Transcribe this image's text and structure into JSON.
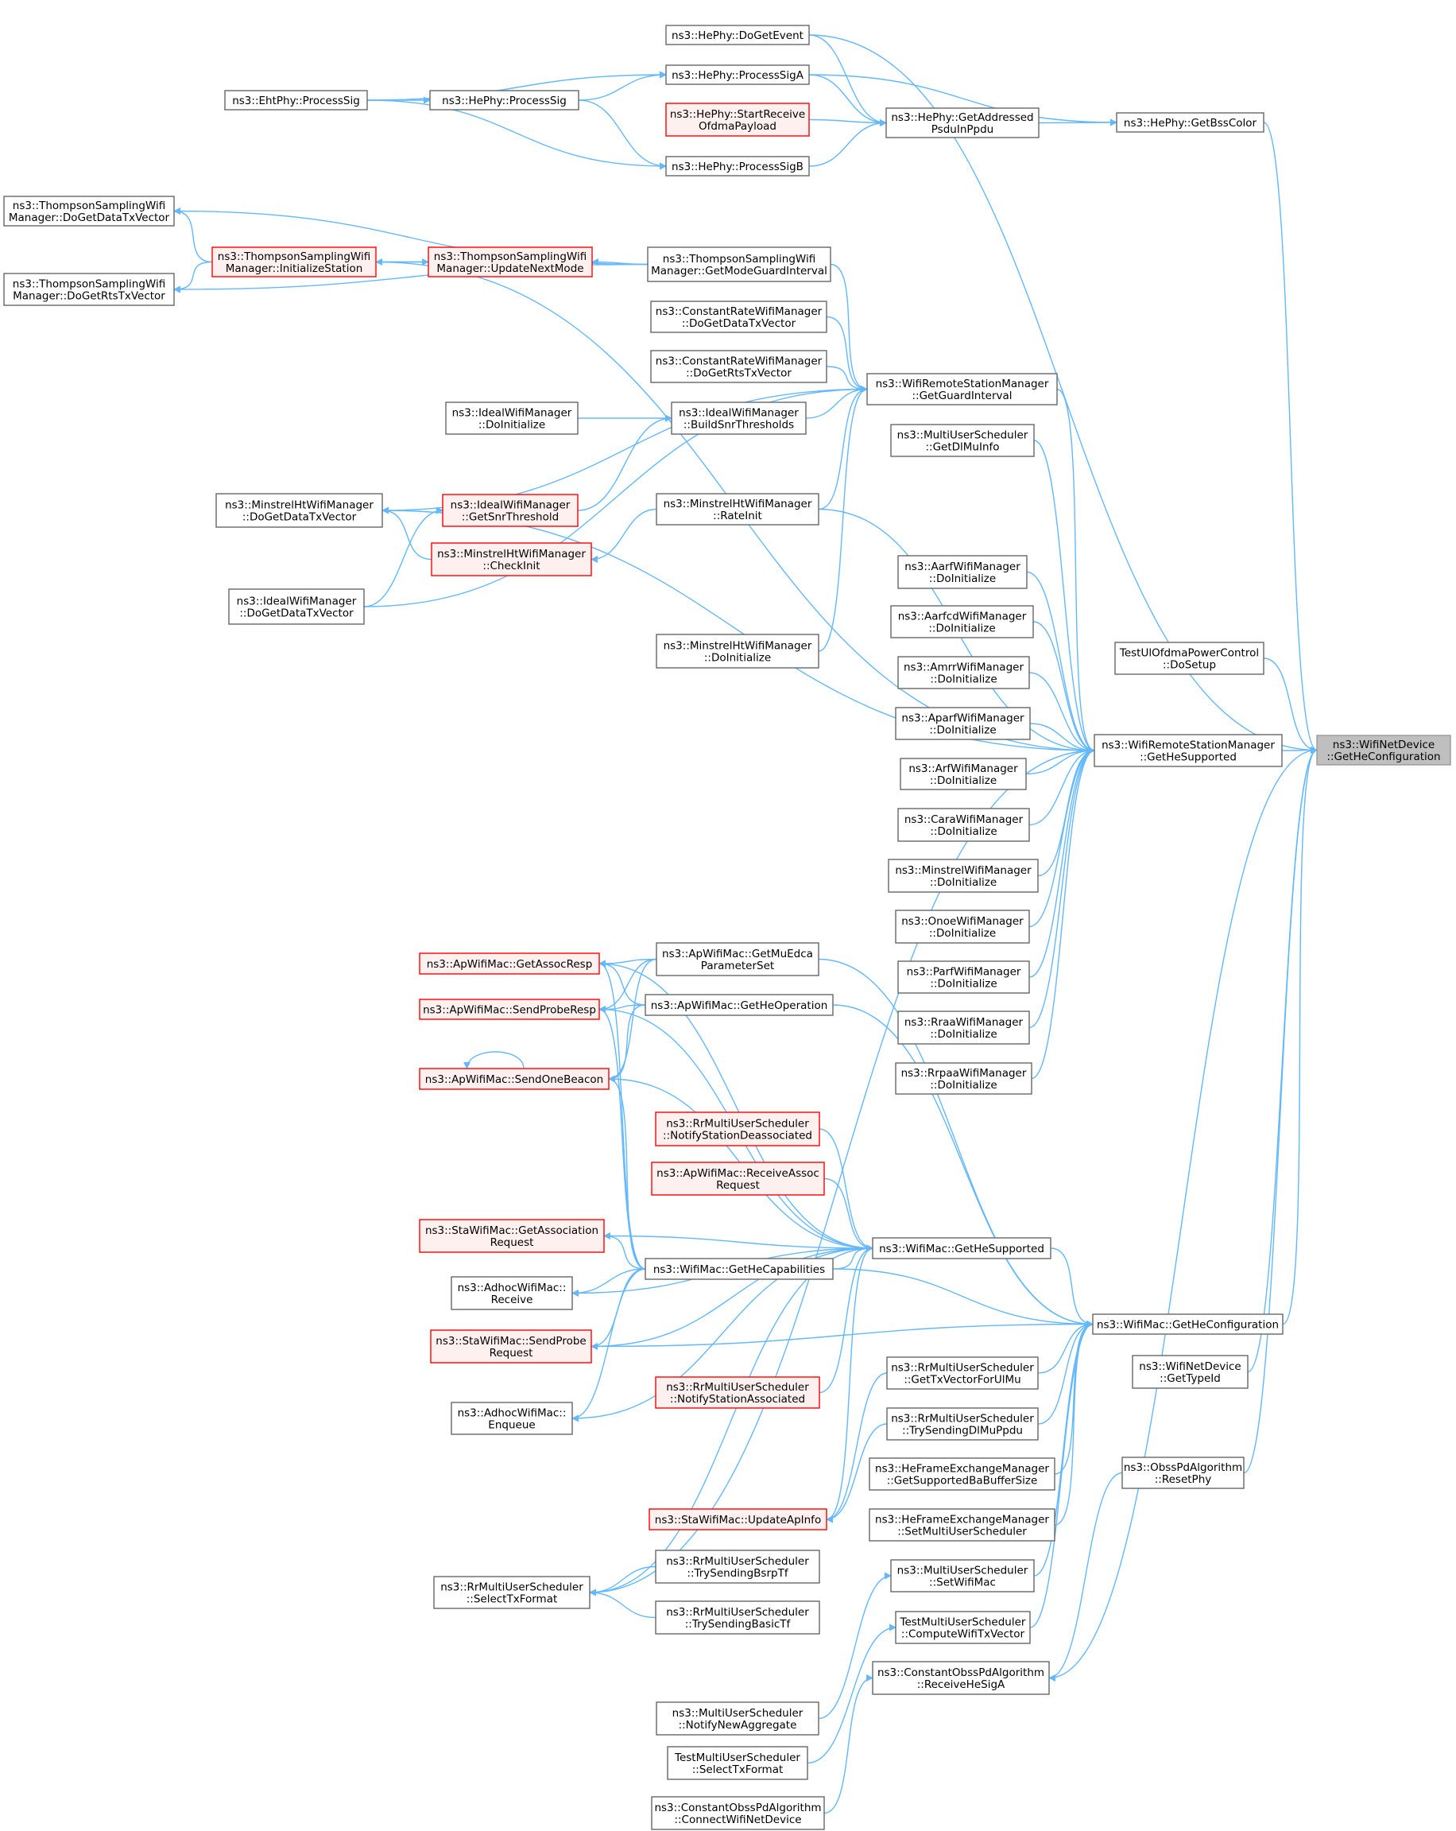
{
  "colors": {
    "edge": "#63b8ff",
    "plain_border": "#666666",
    "plain_fill": "#ffffff",
    "red_border": "#ff0000",
    "red_fill": "#fff0f0",
    "root_border": "#999999",
    "root_fill": "#bfbfbf"
  },
  "nodes": [
    {
      "id": "root",
      "lines": [
        "ns3::WifiNetDevice",
        "::GetHeConfiguration"
      ],
      "style": "root"
    },
    {
      "id": "hephy_getbsscolor",
      "lines": [
        "ns3::HePhy::GetBssColor"
      ],
      "style": "plain"
    },
    {
      "id": "hephy_getaddressed",
      "lines": [
        "ns3::HePhy::GetAddressed",
        "PsduInPpdu"
      ],
      "style": "plain"
    },
    {
      "id": "hephy_dogetevent",
      "lines": [
        "ns3::HePhy::DoGetEvent"
      ],
      "style": "plain"
    },
    {
      "id": "hephy_processsiga",
      "lines": [
        "ns3::HePhy::ProcessSigA"
      ],
      "style": "plain"
    },
    {
      "id": "hephy_startreceive",
      "lines": [
        "ns3::HePhy::StartReceive",
        "OfdmaPayload"
      ],
      "style": "red"
    },
    {
      "id": "hephy_processsigb",
      "lines": [
        "ns3::HePhy::ProcessSigB"
      ],
      "style": "plain"
    },
    {
      "id": "hephy_processsig",
      "lines": [
        "ns3::HePhy::ProcessSig"
      ],
      "style": "plain"
    },
    {
      "id": "ehtphy_processsig",
      "lines": [
        "ns3::EhtPhy::ProcessSig"
      ],
      "style": "plain"
    },
    {
      "id": "ts_dogetdatatx",
      "lines": [
        "ns3::ThompsonSamplingWifi",
        "Manager::DoGetDataTxVector"
      ],
      "style": "plain"
    },
    {
      "id": "ts_initstation",
      "lines": [
        "ns3::ThompsonSamplingWifi",
        "Manager::InitializeStation"
      ],
      "style": "red"
    },
    {
      "id": "ts_updatenextmode",
      "lines": [
        "ns3::ThompsonSamplingWifi",
        "Manager::UpdateNextMode"
      ],
      "style": "red"
    },
    {
      "id": "ts_getmodeguard",
      "lines": [
        "ns3::ThompsonSamplingWifi",
        "Manager::GetModeGuardInterval"
      ],
      "style": "plain"
    },
    {
      "id": "ts_dogetrtstx",
      "lines": [
        "ns3::ThompsonSamplingWifi",
        "Manager::DoGetRtsTxVector"
      ],
      "style": "plain"
    },
    {
      "id": "cr_dogetdatatx",
      "lines": [
        "ns3::ConstantRateWifiManager",
        "::DoGetDataTxVector"
      ],
      "style": "plain"
    },
    {
      "id": "cr_dogetrtstx",
      "lines": [
        "ns3::ConstantRateWifiManager",
        "::DoGetRtsTxVector"
      ],
      "style": "plain"
    },
    {
      "id": "wrsm_getguard",
      "lines": [
        "ns3::WifiRemoteStationManager",
        "::GetGuardInterval"
      ],
      "style": "plain"
    },
    {
      "id": "ideal_doinit",
      "lines": [
        "ns3::IdealWifiManager",
        "::DoInitialize"
      ],
      "style": "plain"
    },
    {
      "id": "ideal_buildsnr",
      "lines": [
        "ns3::IdealWifiManager",
        "::BuildSnrThresholds"
      ],
      "style": "plain"
    },
    {
      "id": "mus_getdlmuinfo",
      "lines": [
        "ns3::MultiUserScheduler",
        "::GetDlMuInfo"
      ],
      "style": "plain"
    },
    {
      "id": "mht_dogetdatatx",
      "lines": [
        "ns3::MinstrelHtWifiManager",
        "::DoGetDataTxVector"
      ],
      "style": "plain"
    },
    {
      "id": "ideal_getsnr",
      "lines": [
        "ns3::IdealWifiManager",
        "::GetSnrThreshold"
      ],
      "style": "red"
    },
    {
      "id": "mht_rateinit",
      "lines": [
        "ns3::MinstrelHtWifiManager",
        "::RateInit"
      ],
      "style": "plain"
    },
    {
      "id": "mht_checkinit",
      "lines": [
        "ns3::MinstrelHtWifiManager",
        "::CheckInit"
      ],
      "style": "red"
    },
    {
      "id": "ideal_dogetdatatx",
      "lines": [
        "ns3::IdealWifiManager",
        "::DoGetDataTxVector"
      ],
      "style": "plain"
    },
    {
      "id": "aarf_doinit",
      "lines": [
        "ns3::AarfWifiManager",
        "::DoInitialize"
      ],
      "style": "plain"
    },
    {
      "id": "aarfcd_doinit",
      "lines": [
        "ns3::AarfcdWifiManager",
        "::DoInitialize"
      ],
      "style": "plain"
    },
    {
      "id": "mht_doinit",
      "lines": [
        "ns3::MinstrelHtWifiManager",
        "::DoInitialize"
      ],
      "style": "plain"
    },
    {
      "id": "test_ulofdma",
      "lines": [
        "TestUlOfdmaPowerControl",
        "::DoSetup"
      ],
      "style": "plain"
    },
    {
      "id": "amrr_doinit",
      "lines": [
        "ns3::AmrrWifiManager",
        "::DoInitialize"
      ],
      "style": "plain"
    },
    {
      "id": "aparf_doinit",
      "lines": [
        "ns3::AparfWifiManager",
        "::DoInitialize"
      ],
      "style": "plain"
    },
    {
      "id": "wrsm_gethesupported",
      "lines": [
        "ns3::WifiRemoteStationManager",
        "::GetHeSupported"
      ],
      "style": "plain"
    },
    {
      "id": "arf_doinit",
      "lines": [
        "ns3::ArfWifiManager",
        "::DoInitialize"
      ],
      "style": "plain"
    },
    {
      "id": "cara_doinit",
      "lines": [
        "ns3::CaraWifiManager",
        "::DoInitialize"
      ],
      "style": "plain"
    },
    {
      "id": "minstrel_doinit",
      "lines": [
        "ns3::MinstrelWifiManager",
        "::DoInitialize"
      ],
      "style": "plain"
    },
    {
      "id": "onoe_doinit",
      "lines": [
        "ns3::OnoeWifiManager",
        "::DoInitialize"
      ],
      "style": "plain"
    },
    {
      "id": "parf_doinit",
      "lines": [
        "ns3::ParfWifiManager",
        "::DoInitialize"
      ],
      "style": "plain"
    },
    {
      "id": "rraa_doinit",
      "lines": [
        "ns3::RraaWifiManager",
        "::DoInitialize"
      ],
      "style": "plain"
    },
    {
      "id": "rrpaa_doinit",
      "lines": [
        "ns3::RrpaaWifiManager",
        "::DoInitialize"
      ],
      "style": "plain"
    },
    {
      "id": "ap_getassocresp",
      "lines": [
        "ns3::ApWifiMac::GetAssocResp"
      ],
      "style": "red"
    },
    {
      "id": "ap_getmuedca",
      "lines": [
        "ns3::ApWifiMac::GetMuEdca",
        "ParameterSet"
      ],
      "style": "plain"
    },
    {
      "id": "ap_sendproberesp",
      "lines": [
        "ns3::ApWifiMac::SendProbeResp"
      ],
      "style": "red"
    },
    {
      "id": "ap_getheoperation",
      "lines": [
        "ns3::ApWifiMac::GetHeOperation"
      ],
      "style": "plain"
    },
    {
      "id": "ap_sendonebeacon",
      "lines": [
        "ns3::ApWifiMac::SendOneBeacon"
      ],
      "style": "red"
    },
    {
      "id": "rr_notifydeassoc",
      "lines": [
        "ns3::RrMultiUserScheduler",
        "::NotifyStationDeassociated"
      ],
      "style": "red"
    },
    {
      "id": "ap_receiveassoc",
      "lines": [
        "ns3::ApWifiMac::ReceiveAssoc",
        "Request"
      ],
      "style": "red"
    },
    {
      "id": "sta_getassocreq",
      "lines": [
        "ns3::StaWifiMac::GetAssociation",
        "Request"
      ],
      "style": "red"
    },
    {
      "id": "wm_gethesupported",
      "lines": [
        "ns3::WifiMac::GetHeSupported"
      ],
      "style": "plain"
    },
    {
      "id": "wm_gethecap",
      "lines": [
        "ns3::WifiMac::GetHeCapabilities"
      ],
      "style": "plain"
    },
    {
      "id": "adhoc_receive",
      "lines": [
        "ns3::AdhocWifiMac::",
        "Receive"
      ],
      "style": "plain"
    },
    {
      "id": "wm_getheconfig",
      "lines": [
        "ns3::WifiMac::GetHeConfiguration"
      ],
      "style": "plain"
    },
    {
      "id": "sta_sendprobe",
      "lines": [
        "ns3::StaWifiMac::SendProbe",
        "Request"
      ],
      "style": "red"
    },
    {
      "id": "wnd_gettypeid",
      "lines": [
        "ns3::WifiNetDevice",
        "::GetTypeId"
      ],
      "style": "plain"
    },
    {
      "id": "rr_gettxvector",
      "lines": [
        "ns3::RrMultiUserScheduler",
        "::GetTxVectorForUlMu"
      ],
      "style": "plain"
    },
    {
      "id": "rr_notifyassoc",
      "lines": [
        "ns3::RrMultiUserScheduler",
        "::NotifyStationAssociated"
      ],
      "style": "red"
    },
    {
      "id": "adhoc_enqueue",
      "lines": [
        "ns3::AdhocWifiMac::",
        "Enqueue"
      ],
      "style": "plain"
    },
    {
      "id": "rr_trysendingdlmu",
      "lines": [
        "ns3::RrMultiUserScheduler",
        "::TrySendingDlMuPpdu"
      ],
      "style": "plain"
    },
    {
      "id": "hefem_getsupportedba",
      "lines": [
        "ns3::HeFrameExchangeManager",
        "::GetSupportedBaBufferSize"
      ],
      "style": "plain"
    },
    {
      "id": "obss_resetphy",
      "lines": [
        "ns3::ObssPdAlgorithm",
        "::ResetPhy"
      ],
      "style": "plain"
    },
    {
      "id": "sta_updateapinfo",
      "lines": [
        "ns3::StaWifiMac::UpdateApInfo"
      ],
      "style": "red"
    },
    {
      "id": "hefem_setmus",
      "lines": [
        "ns3::HeFrameExchangeManager",
        "::SetMultiUserScheduler"
      ],
      "style": "plain"
    },
    {
      "id": "rr_trysendingbsrp",
      "lines": [
        "ns3::RrMultiUserScheduler",
        "::TrySendingBsrpTf"
      ],
      "style": "plain"
    },
    {
      "id": "mus_setwifimac",
      "lines": [
        "ns3::MultiUserScheduler",
        "::SetWifiMac"
      ],
      "style": "plain"
    },
    {
      "id": "rr_selecttxformat",
      "lines": [
        "ns3::RrMultiUserScheduler",
        "::SelectTxFormat"
      ],
      "style": "plain"
    },
    {
      "id": "rr_trysendingbasic",
      "lines": [
        "ns3::RrMultiUserScheduler",
        "::TrySendingBasicTf"
      ],
      "style": "plain"
    },
    {
      "id": "test_mus_compute",
      "lines": [
        "TestMultiUserScheduler",
        "::ComputeWifiTxVector"
      ],
      "style": "plain"
    },
    {
      "id": "cobss_receivehesiga",
      "lines": [
        "ns3::ConstantObssPdAlgorithm",
        "::ReceiveHeSigA"
      ],
      "style": "plain"
    },
    {
      "id": "mus_notifynewagg",
      "lines": [
        "ns3::MultiUserScheduler",
        "::NotifyNewAggregate"
      ],
      "style": "plain"
    },
    {
      "id": "test_mus_select",
      "lines": [
        "TestMultiUserScheduler",
        "::SelectTxFormat"
      ],
      "style": "plain"
    },
    {
      "id": "cobss_connect",
      "lines": [
        "ns3::ConstantObssPdAlgorithm",
        "::ConnectWifiNetDevice"
      ],
      "style": "plain"
    }
  ],
  "edges": [
    [
      "hephy_getbsscolor",
      "root"
    ],
    [
      "hephy_getaddressed",
      "hephy_getbsscolor"
    ],
    [
      "hephy_dogetevent",
      "hephy_getaddressed"
    ],
    [
      "hephy_processsiga",
      "hephy_getaddressed"
    ],
    [
      "hephy_startreceive",
      "hephy_getaddressed"
    ],
    [
      "hephy_processsigb",
      "hephy_getaddressed"
    ],
    [
      "hephy_processsiga",
      "hephy_getbsscolor"
    ],
    [
      "hephy_dogetevent",
      "root"
    ],
    [
      "hephy_processsig",
      "hephy_processsiga"
    ],
    [
      "hephy_processsig",
      "hephy_processsigb"
    ],
    [
      "ehtphy_processsig",
      "hephy_processsig"
    ],
    [
      "ehtphy_processsig",
      "hephy_processsiga"
    ],
    [
      "ehtphy_processsig",
      "hephy_processsigb"
    ],
    [
      "ts_initstation",
      "ts_dogetdatatx"
    ],
    [
      "ts_initstation",
      "ts_dogetrtstx"
    ],
    [
      "ts_updatenextmode",
      "ts_initstation"
    ],
    [
      "ts_initstation",
      "ts_updatenextmode"
    ],
    [
      "ts_getmodeguard",
      "ts_updatenextmode"
    ],
    [
      "ts_getmodeguard",
      "ts_dogetdatatx"
    ],
    [
      "ts_getmodeguard",
      "ts_dogetrtstx"
    ],
    [
      "ts_getmodeguard",
      "wrsm_getguard"
    ],
    [
      "ts_initstation",
      "wrsm_gethesupported"
    ],
    [
      "cr_dogetdatatx",
      "wrsm_getguard"
    ],
    [
      "cr_dogetrtstx",
      "wrsm_getguard"
    ],
    [
      "ideal_buildsnr",
      "wrsm_getguard"
    ],
    [
      "ideal_doinit",
      "ideal_buildsnr"
    ],
    [
      "ideal_getsnr",
      "ideal_buildsnr"
    ],
    [
      "mht_dogetdatatx",
      "wrsm_getguard"
    ],
    [
      "mht_rateinit",
      "wrsm_getguard"
    ],
    [
      "mht_doinit",
      "wrsm_getguard"
    ],
    [
      "ideal_dogetdatatx",
      "wrsm_getguard"
    ],
    [
      "ideal_dogetdatatx",
      "ideal_getsnr"
    ],
    [
      "mht_checkinit",
      "mht_dogetdatatx"
    ],
    [
      "mht_rateinit",
      "mht_checkinit"
    ],
    [
      "wrsm_getguard",
      "wrsm_gethesupported"
    ],
    [
      "mus_getdlmuinfo",
      "wrsm_gethesupported"
    ],
    [
      "mht_dogetdatatx",
      "wrsm_gethesupported"
    ],
    [
      "mht_rateinit",
      "wrsm_gethesupported"
    ],
    [
      "aarf_doinit",
      "wrsm_gethesupported"
    ],
    [
      "aarfcd_doinit",
      "wrsm_gethesupported"
    ],
    [
      "amrr_doinit",
      "wrsm_gethesupported"
    ],
    [
      "aparf_doinit",
      "wrsm_gethesupported"
    ],
    [
      "arf_doinit",
      "wrsm_gethesupported"
    ],
    [
      "cara_doinit",
      "wrsm_gethesupported"
    ],
    [
      "minstrel_doinit",
      "wrsm_gethesupported"
    ],
    [
      "onoe_doinit",
      "wrsm_gethesupported"
    ],
    [
      "parf_doinit",
      "wrsm_gethesupported"
    ],
    [
      "rraa_doinit",
      "wrsm_gethesupported"
    ],
    [
      "rrpaa_doinit",
      "wrsm_gethesupported"
    ],
    [
      "rr_selecttxformat",
      "wrsm_gethesupported"
    ],
    [
      "test_ulofdma",
      "root"
    ],
    [
      "wrsm_gethesupported",
      "root"
    ],
    [
      "wm_getheconfig",
      "root"
    ],
    [
      "wnd_gettypeid",
      "root"
    ],
    [
      "obss_resetphy",
      "root"
    ],
    [
      "cobss_receivehesiga",
      "root"
    ],
    [
      "obss_resetphy",
      "cobss_receivehesiga"
    ],
    [
      "cobss_connect",
      "cobss_receivehesiga"
    ],
    [
      "wm_gethesupported",
      "wm_getheconfig"
    ],
    [
      "wm_gethecap",
      "wm_getheconfig"
    ],
    [
      "rr_gettxvector",
      "wm_getheconfig"
    ],
    [
      "rr_trysendingdlmu",
      "wm_getheconfig"
    ],
    [
      "hefem_getsupportedba",
      "wm_getheconfig"
    ],
    [
      "hefem_setmus",
      "wm_getheconfig"
    ],
    [
      "mus_setwifimac",
      "wm_getheconfig"
    ],
    [
      "test_mus_compute",
      "wm_getheconfig"
    ],
    [
      "ap_getmuedca",
      "wm_getheconfig"
    ],
    [
      "ap_getheoperation",
      "wm_getheconfig"
    ],
    [
      "sta_sendprobe",
      "wm_getheconfig"
    ],
    [
      "ap_getassocresp",
      "wm_gethesupported"
    ],
    [
      "ap_sendproberesp",
      "wm_gethesupported"
    ],
    [
      "ap_sendonebeacon",
      "wm_gethesupported"
    ],
    [
      "rr_notifydeassoc",
      "wm_gethesupported"
    ],
    [
      "ap_receiveassoc",
      "wm_gethesupported"
    ],
    [
      "sta_getassocreq",
      "wm_gethesupported"
    ],
    [
      "wm_gethecap",
      "wm_gethesupported"
    ],
    [
      "adhoc_receive",
      "wm_gethesupported"
    ],
    [
      "sta_sendprobe",
      "wm_gethesupported"
    ],
    [
      "rr_notifyassoc",
      "wm_gethesupported"
    ],
    [
      "adhoc_enqueue",
      "wm_gethesupported"
    ],
    [
      "sta_updateapinfo",
      "wm_gethesupported"
    ],
    [
      "rr_selecttxformat",
      "wm_gethesupported"
    ],
    [
      "ap_getmuedca",
      "ap_getassocresp"
    ],
    [
      "ap_getmuedca",
      "ap_sendproberesp"
    ],
    [
      "ap_getmuedca",
      "ap_sendonebeacon"
    ],
    [
      "ap_getheoperation",
      "ap_getassocresp"
    ],
    [
      "ap_getheoperation",
      "ap_sendproberesp"
    ],
    [
      "ap_getheoperation",
      "ap_sendonebeacon"
    ],
    [
      "ap_sendonebeacon",
      "ap_sendonebeacon"
    ],
    [
      "wm_gethecap",
      "ap_getassocresp"
    ],
    [
      "wm_gethecap",
      "ap_sendproberesp"
    ],
    [
      "wm_gethecap",
      "ap_sendonebeacon"
    ],
    [
      "wm_gethecap",
      "sta_getassocreq"
    ],
    [
      "wm_gethecap",
      "adhoc_receive"
    ],
    [
      "wm_gethecap",
      "sta_sendprobe"
    ],
    [
      "wm_gethecap",
      "adhoc_enqueue"
    ],
    [
      "rr_gettxvector",
      "sta_updateapinfo"
    ],
    [
      "rr_trysendingdlmu",
      "sta_updateapinfo"
    ],
    [
      "rr_trysendingbsrp",
      "rr_selecttxformat"
    ],
    [
      "rr_trysendingbasic",
      "rr_selecttxformat"
    ],
    [
      "mus_notifynewagg",
      "mus_setwifimac"
    ],
    [
      "test_mus_select",
      "test_mus_compute"
    ]
  ]
}
